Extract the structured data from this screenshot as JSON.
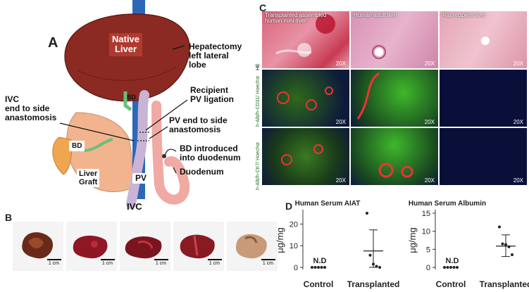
{
  "panels": {
    "a": "A",
    "b": "B",
    "c": "C",
    "d": "D"
  },
  "panelA": {
    "native_liver": "Native\nLiver",
    "hepatectomy": "Hepatectomy\nleft lateral\nlobe",
    "recipient_pv": "Recipient\nPV ligation",
    "pv_anastomosis": "PV end to side\nanastomosis",
    "ivc_anastomosis": "IVC\nend to side\nanastomosis",
    "bd_duodenum": "BD introduced\ninto duodenum",
    "duodenum": "Duodenum",
    "bd_graft": "BD",
    "bd_top": "BD",
    "liver_graft": "Liver\nGraft",
    "pv_graft": "PV",
    "ivc": "IVC",
    "colors": {
      "liver": "#8b2a22",
      "graft": "#f2b48f",
      "ivc": "#2c68b8",
      "duodenum": "#f0a9a3",
      "pv": "#c9b4d6"
    }
  },
  "panelB": {
    "scale": "1 cm"
  },
  "panelC": {
    "columns": [
      "Transplanted assembled\nhuman mini-liver",
      "Human adult liver",
      "Rat recipient liver"
    ],
    "rows": [
      "HE",
      "h-Alb/h-CD31/ Hoechst",
      "h-Alb/h-CK7/ Hoechst"
    ],
    "magnification": "20X"
  },
  "chart_data": [
    {
      "type": "scatter",
      "title": "Human Serum AIAT",
      "ylabel": "μg/mg",
      "categories": [
        "Control",
        "Transplanted"
      ],
      "ylim": [
        0,
        25
      ],
      "yticks": [
        "0",
        "10",
        "20"
      ],
      "annotation": "N.D",
      "series": [
        {
          "category": "Control",
          "values": [
            0,
            0,
            0,
            0,
            0
          ]
        },
        {
          "category": "Transplanted",
          "values": [
            25,
            5.6,
            1.5,
            0.5,
            0
          ],
          "mean": 7.6,
          "sd_upper": 17.3,
          "sd_lower": 0
        }
      ]
    },
    {
      "type": "scatter",
      "title": "Human Serum Albumin",
      "ylabel": "μg/mg",
      "categories": [
        "Control",
        "Transplanted"
      ],
      "ylim": [
        0,
        15
      ],
      "yticks": [
        "0",
        "5",
        "10",
        "15"
      ],
      "annotation": "N.D",
      "series": [
        {
          "category": "Control",
          "values": [
            0,
            0,
            0,
            0,
            0
          ]
        },
        {
          "category": "Transplanted",
          "values": [
            11.2,
            6.5,
            6.3,
            5.7,
            3.5
          ],
          "mean": 5.9,
          "sd_upper": 9,
          "sd_lower": 3
        }
      ]
    }
  ]
}
